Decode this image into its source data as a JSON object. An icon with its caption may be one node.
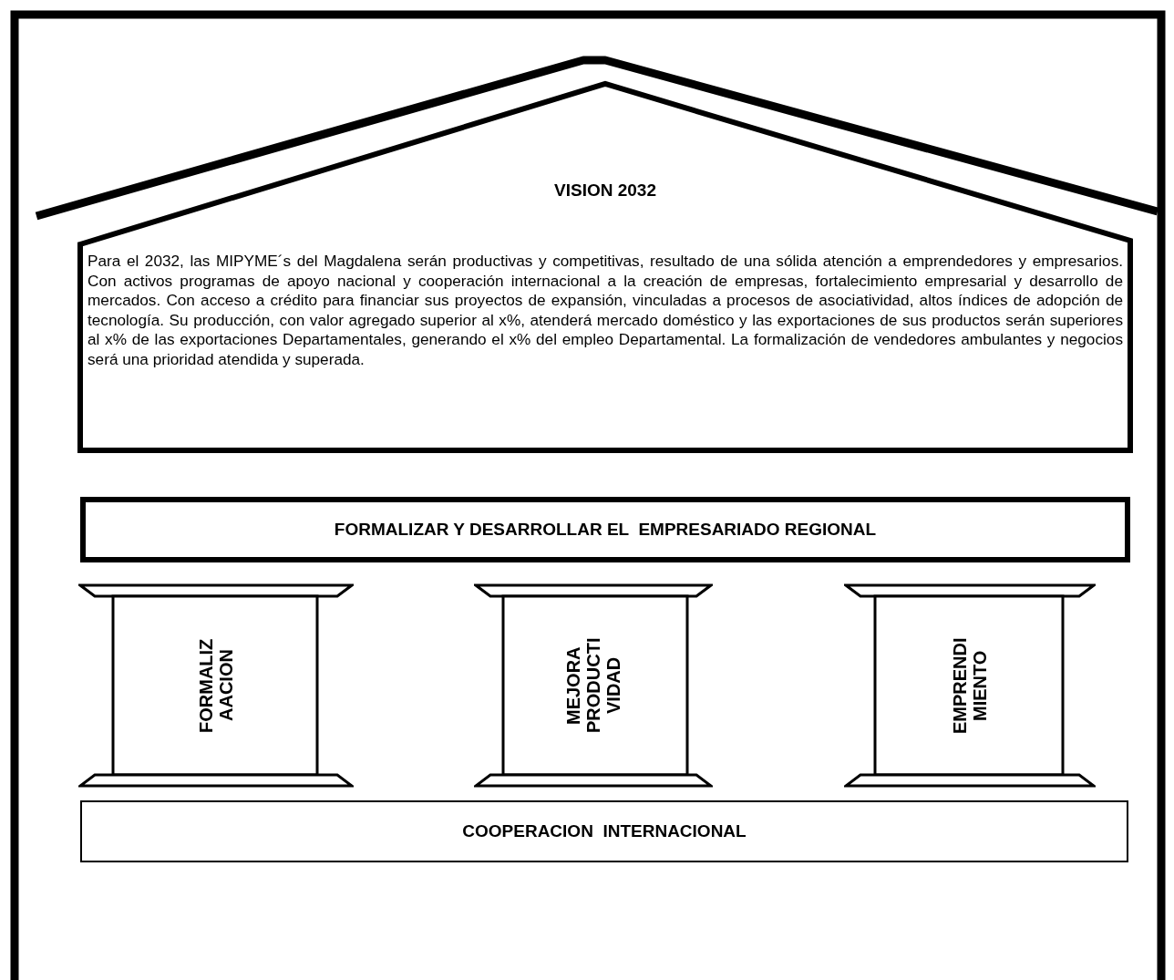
{
  "diagram": {
    "nodes": [
      {
        "text": [
          "VISION 2032",
          "Para el 2032, las MIPYME´s del Magdalena serán productivas y competitivas, resultado de una sólida atención a emprendedores y empresarios. Con activos programas de apoyo nacional y cooperación internacional a la creación de empresas, fortalecimiento empresarial y desarrollo de mercados. Con acceso a crédito para financiar sus proyectos de expansión, vinculadas a procesos de asociatividad, altos índices de adopción de tecnología. Su producción, con valor agregado superior al x%, atenderá mercado doméstico y las exportaciones de sus productos serán superiores al x% de las exportaciones Departamentales, generando el x% del empleo Departamental. La formalización de vendedores ambulantes y negocios será una prioridad atendida y superada."
        ]
      },
      {
        "text": [
          "FORMALIZAR Y DESARROLLAR EL  EMPRESARIADO REGIONAL"
        ]
      },
      {
        "text": [
          "FORMALIZ AACION"
        ]
      },
      {
        "text": [
          "MEJORA PRODUCTI VIDAD"
        ]
      },
      {
        "text": [
          "EMPRENDI MIENTO"
        ]
      },
      {
        "text": [
          "COOPERACION  INTERNACIONAL"
        ]
      }
    ]
  }
}
